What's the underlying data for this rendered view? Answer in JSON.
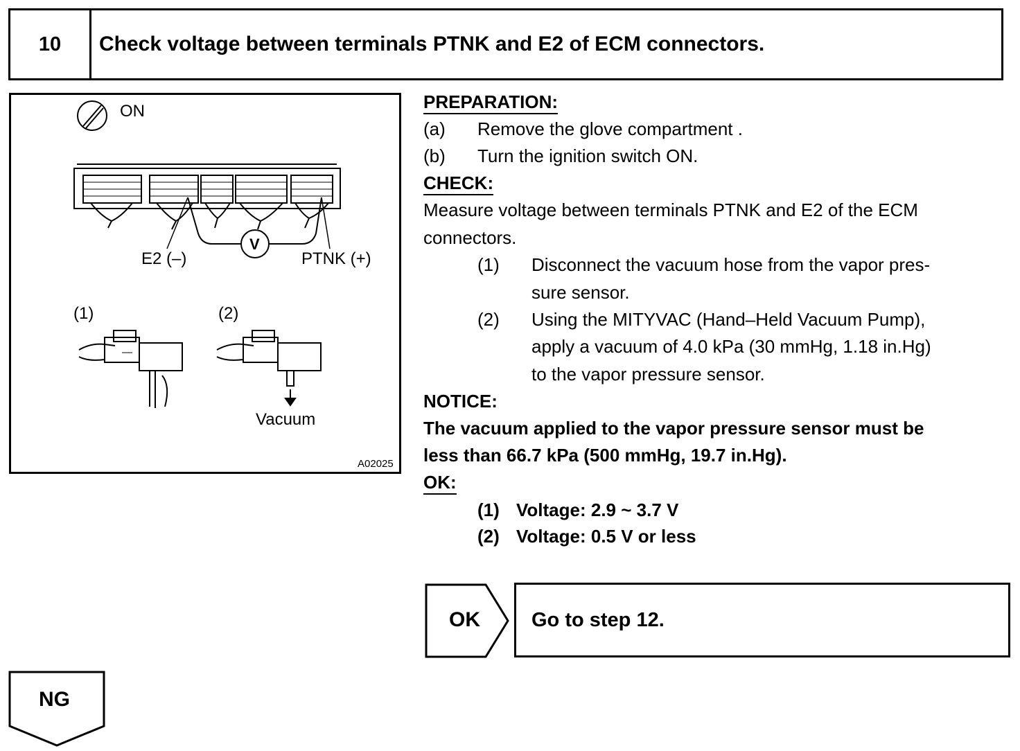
{
  "step": {
    "number": "10",
    "title": "Check voltage between terminals PTNK and E2 of ECM connectors."
  },
  "figure": {
    "ignition_label": "ON",
    "e2_label": "E2 (–)",
    "ptnk_label": "PTNK (+)",
    "meter_label": "V",
    "step1_label": "(1)",
    "step2_label": "(2)",
    "vacuum_label": "Vacuum",
    "figure_code": "A02025"
  },
  "preparation": {
    "heading": "PREPARATION:",
    "items": [
      {
        "marker": "(a)",
        "text": "Remove the glove compartment ."
      },
      {
        "marker": "(b)",
        "text": "Turn the ignition switch ON."
      }
    ]
  },
  "check": {
    "heading": "CHECK:",
    "intro_line1": "Measure voltage between terminals PTNK and E2 of the ECM",
    "intro_line2": "connectors.",
    "steps": [
      {
        "marker": "(1)",
        "lines": [
          "Disconnect the vacuum hose from the vapor pres-",
          "sure sensor."
        ]
      },
      {
        "marker": "(2)",
        "lines": [
          "Using the MITYVAC  (Hand–Held  Vacuum Pump),",
          "apply a vacuum of 4.0 kPa (30 mmHg, 1.18 in.Hg)",
          "to the vapor pressure sensor."
        ]
      }
    ]
  },
  "notice": {
    "heading": "NOTICE:",
    "line1": "The vacuum applied to the vapor pressure sensor must be",
    "line2": "less than 66.7 kPa (500 mmHg, 19.7 in.Hg)."
  },
  "ok": {
    "heading": "OK:",
    "items": [
      {
        "marker": "(1)",
        "text": "Voltage: 2.9 ~ 3.7 V"
      },
      {
        "marker": "(2)",
        "text": "Voltage: 0.5 V or less"
      }
    ]
  },
  "flow": {
    "ok_label": "OK",
    "ok_action": "Go to step 12.",
    "ng_label": "NG"
  }
}
